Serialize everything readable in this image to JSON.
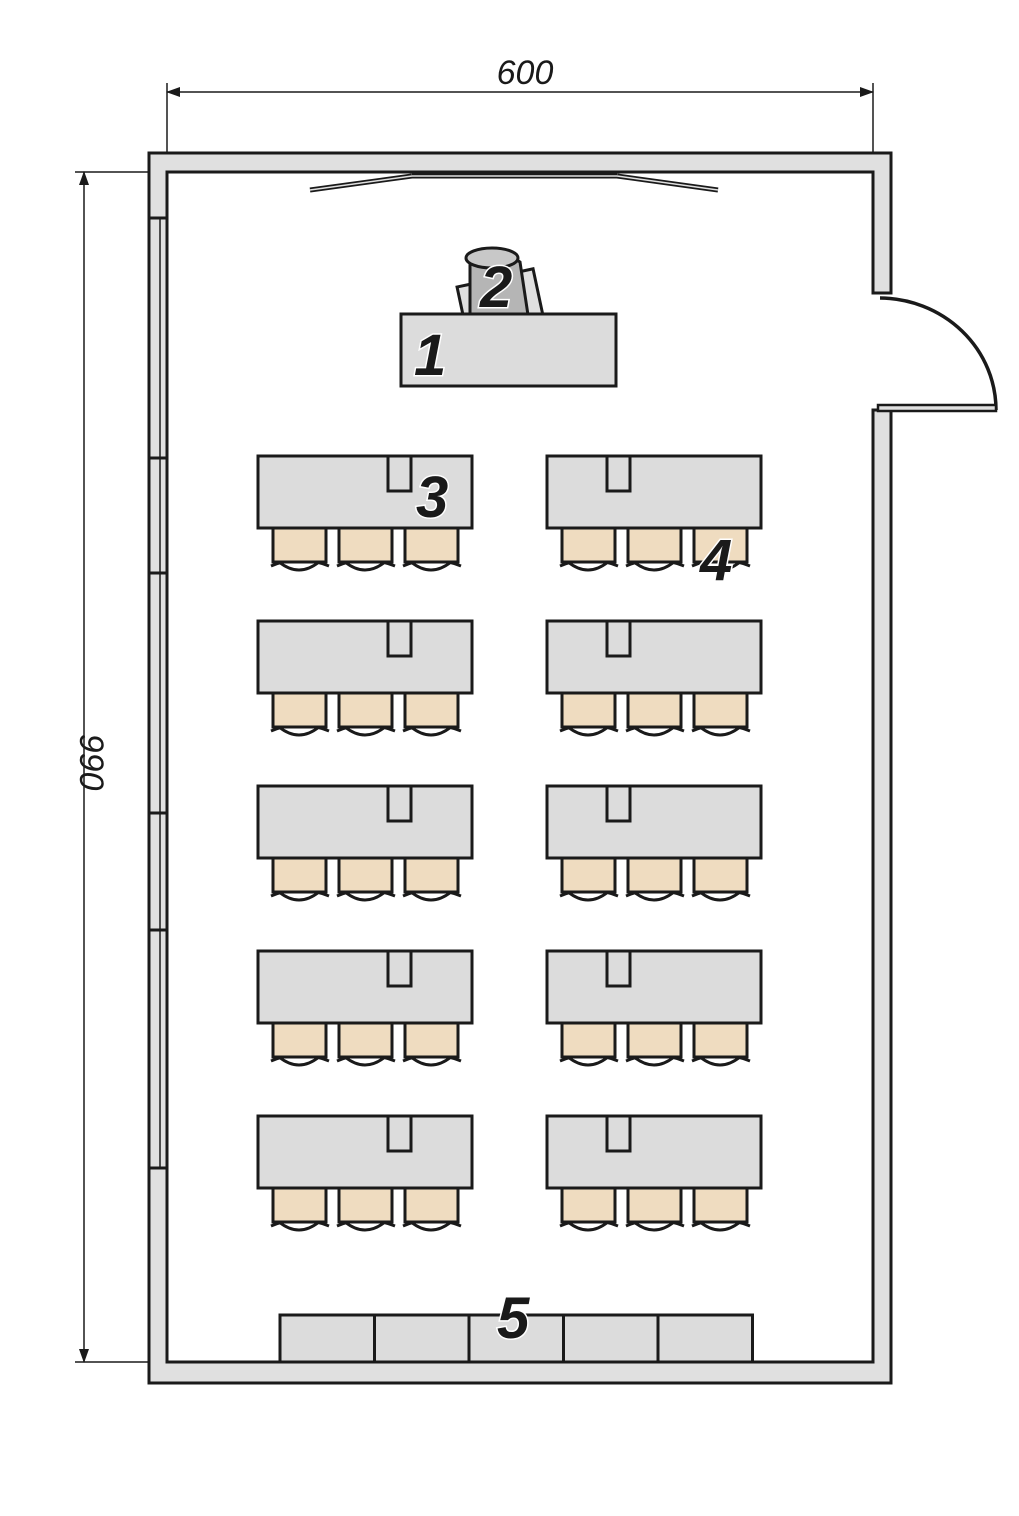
{
  "dimensions": {
    "width_label": "600",
    "height_label": "990"
  },
  "labels": {
    "teacher_desk": "1",
    "teacher_chair": "2",
    "student_desk": "3",
    "student_chair": "4",
    "cabinets": "5"
  },
  "layout": {
    "desk_rows": 5,
    "desk_columns": 2,
    "chairs_per_desk": 3,
    "cabinet_units": 5
  },
  "colors": {
    "furniture": "#dcdcdc",
    "chair_seat": "#efdcc0",
    "wall": "#e0e0e0",
    "line": "#1a1a1a"
  }
}
